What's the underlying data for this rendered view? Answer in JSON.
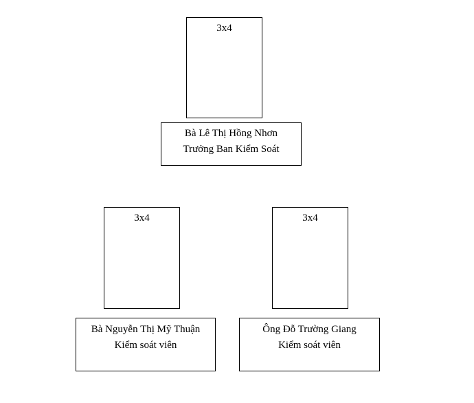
{
  "members": [
    {
      "photo_label": "3x4",
      "name": "Bà Lê Thị Hồng Nhơn",
      "title": "Trưởng Ban Kiểm Soát"
    },
    {
      "photo_label": "3x4",
      "name": "Bà Nguyễn Thị Mỹ Thuận",
      "title": "Kiểm soát viên"
    },
    {
      "photo_label": "3x4",
      "name": "Ông Đỗ Trường Giang",
      "title": "Kiểm soát viên"
    }
  ]
}
